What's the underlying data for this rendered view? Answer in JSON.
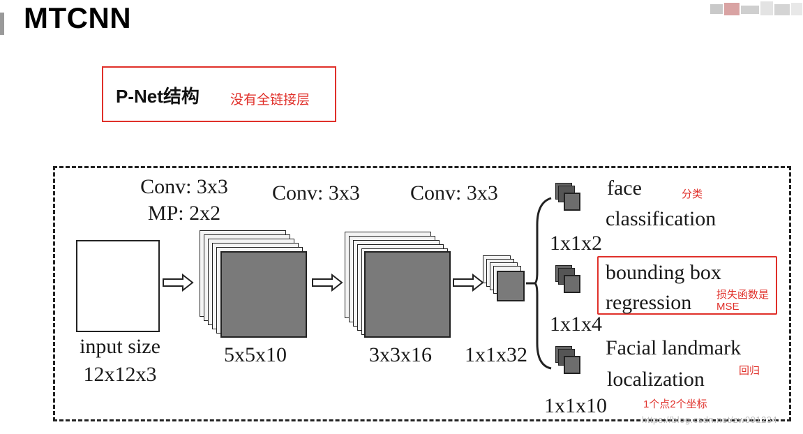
{
  "page": {
    "title": "MTCNN"
  },
  "pnet": {
    "title": "P-Net结构",
    "note": "没有全链接层"
  },
  "diagram": {
    "stage1": {
      "conv": "Conv: 3x3",
      "mp": "MP: 2x2"
    },
    "stage2": {
      "conv": "Conv: 3x3"
    },
    "stage3": {
      "conv": "Conv: 3x3"
    },
    "input": {
      "line1": "input size",
      "line2": "12x12x3"
    },
    "layer1_size": "5x5x10",
    "layer2_size": "3x3x16",
    "layer3_size": "1x1x32",
    "outputs": [
      {
        "line1": "face",
        "line2": "classification",
        "size": "1x1x2",
        "note": "分类"
      },
      {
        "line1": "bounding box",
        "line2": "regression",
        "size": "1x1x4",
        "note_line1": "损失函数是",
        "note_line2": "MSE"
      },
      {
        "line1": "Facial landmark",
        "line2": "localization",
        "size": "1x1x10",
        "note": "回归",
        "note2": "1个点2个坐标"
      }
    ]
  },
  "watermark": "https://blog.csdn.net/zw001234",
  "colors": {
    "annotation": "#e0302a",
    "feature_map_front": "#7a7a7a",
    "feature_map_back": "#f4f4f4"
  }
}
